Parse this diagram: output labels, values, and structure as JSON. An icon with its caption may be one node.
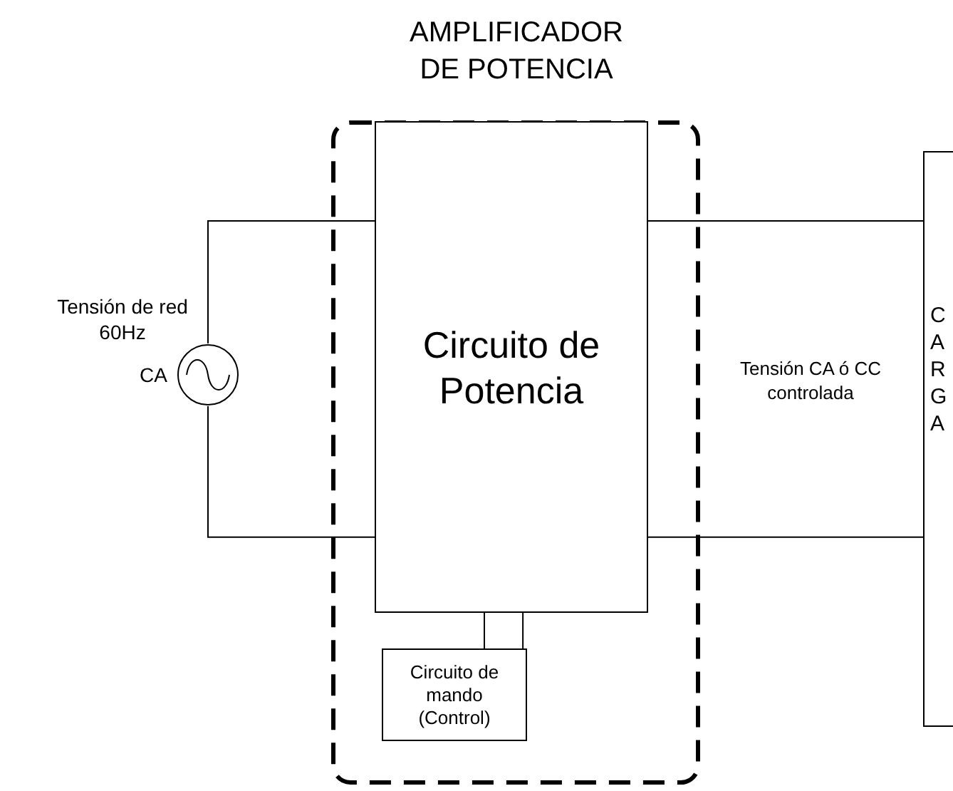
{
  "diagram": {
    "nodes": [
      {
        "text": [
          "AMPLIFICADOR DE POTENCIA"
        ]
      },
      {
        "text": [],
        "shape": "circle",
        "beside": [
          "Tensión de red 60Hz",
          "CA"
        ]
      },
      {
        "text": [
          "Circuito de Potencia"
        ],
        "in": 0
      },
      {
        "text": [
          "Circuito de mando (Control)"
        ],
        "in": 0
      },
      {
        "text": [
          "C",
          "A",
          "R",
          "G",
          "A"
        ]
      }
    ],
    "edges": [
      {
        "from": 1,
        "to": 2,
        "arrow": "none"
      },
      {
        "from": 1,
        "to": 2,
        "arrow": "none"
      },
      {
        "from": 2,
        "to": 4,
        "arrow": "none"
      },
      {
        "from": 2,
        "to": 4,
        "arrow": "none"
      },
      {
        "from": 2,
        "to": 3,
        "arrow": "none"
      },
      {
        "from": 2,
        "to": 3,
        "arrow": "none"
      }
    ],
    "labels": [
      "Tensión CA ó CC controlada"
    ]
  }
}
